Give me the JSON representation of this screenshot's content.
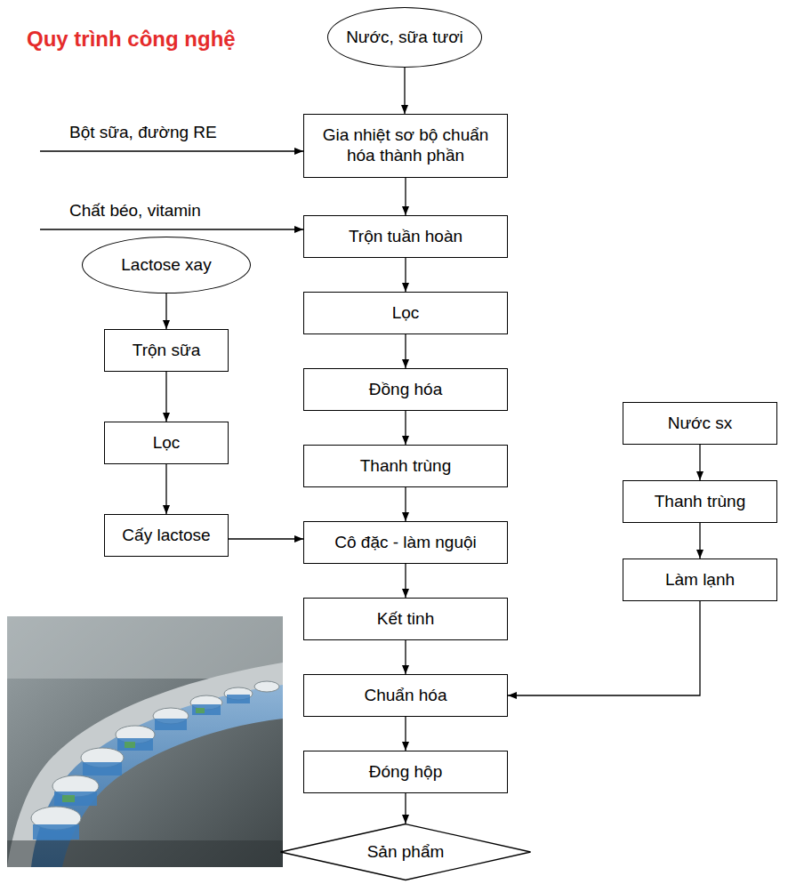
{
  "diagram": {
    "title": "Quy trình công nghệ",
    "nodes": [
      {
        "text": [
          "Nước, sữa tươi"
        ]
      },
      {
        "text": [
          "Gia nhiệt sơ bộ chuẩn hóa thành phần"
        ]
      },
      {
        "text": [
          "Trộn tuần hoàn"
        ]
      },
      {
        "text": [
          "Lactose xay"
        ]
      },
      {
        "text": [
          "Lọc"
        ]
      },
      {
        "text": [
          "Trộn sữa"
        ]
      },
      {
        "text": [
          "Đồng hóa"
        ]
      },
      {
        "text": [
          "Nước sx"
        ]
      },
      {
        "text": [
          "Lọc"
        ]
      },
      {
        "text": [
          "Thanh trùng"
        ]
      },
      {
        "text": [
          "Cấy lactose"
        ]
      },
      {
        "text": [
          "Thanh trùng"
        ]
      },
      {
        "text": [
          "Cô đặc - làm nguội"
        ]
      },
      {
        "text": [
          "Làm lạnh"
        ]
      },
      {
        "text": [
          "Kết tinh"
        ]
      },
      {
        "text": [
          "Chuẩn hóa"
        ]
      },
      {
        "text": [
          "Đóng hộp"
        ]
      },
      {
        "text": [
          "Sản phẩm"
        ]
      }
    ],
    "edges": [
      {
        "from": 0,
        "to": 1,
        "arrow": "to"
      },
      {
        "from": 1,
        "to": 2,
        "arrow": "to"
      },
      {
        "from": 2,
        "to": 4,
        "arrow": "to"
      },
      {
        "from": 4,
        "to": 6,
        "arrow": "to"
      },
      {
        "from": 6,
        "to": 9,
        "arrow": "to"
      },
      {
        "from": 9,
        "to": 12,
        "arrow": "to"
      },
      {
        "from": 12,
        "to": 14,
        "arrow": "to"
      },
      {
        "from": 14,
        "to": 15,
        "arrow": "to"
      },
      {
        "from": 15,
        "to": 16,
        "arrow": "to"
      },
      {
        "from": 16,
        "to": 17,
        "arrow": "to"
      },
      {
        "from": 3,
        "to": 5,
        "arrow": "to"
      },
      {
        "from": 5,
        "to": 8,
        "arrow": "to"
      },
      {
        "from": 8,
        "to": 10,
        "arrow": "to"
      },
      {
        "from": 10,
        "to": 12,
        "arrow": "to"
      },
      {
        "from": 7,
        "to": 11,
        "arrow": "to"
      },
      {
        "from": 11,
        "to": 13,
        "arrow": "to"
      },
      {
        "from": 13,
        "to": 15,
        "arrow": "to"
      }
    ],
    "labels": [
      "Bột sữa, đường RE",
      "Chất béo, vitamin"
    ]
  }
}
